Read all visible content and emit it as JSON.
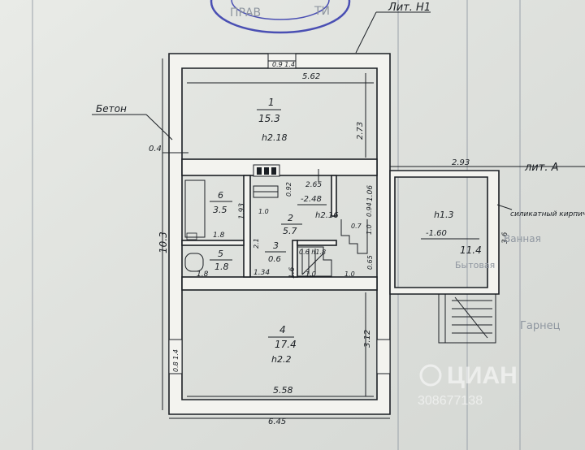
{
  "stamp": {
    "text_1": "ПРАВ",
    "text_2": "ТИ"
  },
  "labels": {
    "lit_h1": "Лит. Н1",
    "lit_a": "лит. А",
    "beton": "Бетон",
    "silicate_brick": "силикатный кирпич."
  },
  "dimensions": {
    "top_window": "0.9 1.4",
    "room1_width": "5.62",
    "room1_height": "2.73",
    "wall_thickness": "0.4",
    "total_height": "10.3",
    "room6_height": "1.93",
    "room6_width": "1.8",
    "room5_width": "1.8",
    "stair_top": "2.65",
    "stair_right": "1.06",
    "room2_w": "1.0",
    "room2_h": "0.92",
    "level_2": "-2.48",
    "d_094": "0.94",
    "d_07": "0.7",
    "d_10a": "1.0",
    "d_21": "2.1",
    "d_134": "1.34",
    "d_16": "1.6",
    "d_065": "0.65",
    "d_10b": "1.0",
    "d_10c": "1.0",
    "annex_top": "2.93",
    "annex_side": "3.6",
    "room4_height": "3.12",
    "window_side": "0.8 1.4",
    "room4_width": "5.58",
    "total_width": "6.45"
  },
  "rooms": [
    {
      "id": "1",
      "area": "15.3",
      "height": "h2.18"
    },
    {
      "id": "2",
      "area": "5.7",
      "height": "h2.16"
    },
    {
      "id": "3",
      "area": "0.6",
      "height": ""
    },
    {
      "id": "4",
      "area": "17.4",
      "height": "h2.2"
    },
    {
      "id": "5",
      "area": "1.8",
      "height": ""
    },
    {
      "id": "6",
      "area": "3.5",
      "height": ""
    }
  ],
  "annex": {
    "height": "h1.3",
    "level": "-1.60",
    "area": "11.4"
  },
  "stair_mark": "0.6 h1.8",
  "right_notes": [
    "Гарнец",
    "Ванная",
    "Бытовая"
  ],
  "watermark": {
    "brand": "ЦИАН",
    "id": "308677138"
  }
}
